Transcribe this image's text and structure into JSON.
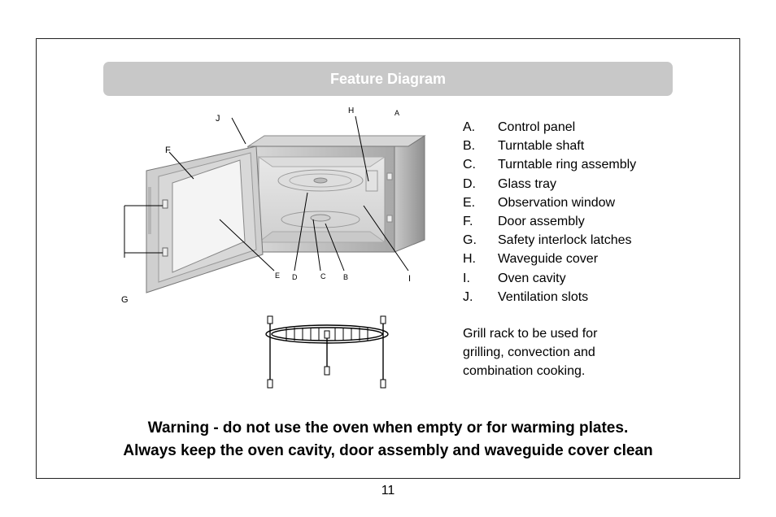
{
  "header": {
    "title": "Feature Diagram"
  },
  "diagram": {
    "labels": {
      "J": "J",
      "H": "H",
      "A": "A",
      "F": "F",
      "G": "G",
      "E": "E",
      "D": "D",
      "C": "C",
      "B": "B",
      "I": "I"
    }
  },
  "legend": {
    "items": [
      {
        "key": "A.",
        "text": "Control panel"
      },
      {
        "key": "B.",
        "text": "Turntable shaft"
      },
      {
        "key": "C.",
        "text": "Turntable ring assembly"
      },
      {
        "key": "D.",
        "text": "Glass tray"
      },
      {
        "key": "E.",
        "text": "Observation window"
      },
      {
        "key": "F.",
        "text": "Door assembly"
      },
      {
        "key": "G.",
        "text": "Safety interlock latches"
      },
      {
        "key": "H.",
        "text": "Waveguide cover"
      },
      {
        "key": "I.",
        "text": "Oven cavity"
      },
      {
        "key": "J.",
        "text": "Ventilation slots"
      }
    ]
  },
  "note": {
    "text": "Grill rack to be used for grilling, convection and combination cooking."
  },
  "warning": {
    "line1": "Warning - do not use the oven when empty or for warming plates.",
    "line2": "Always keep the oven cavity, door assembly and waveguide cover clean"
  },
  "page_number": "11"
}
